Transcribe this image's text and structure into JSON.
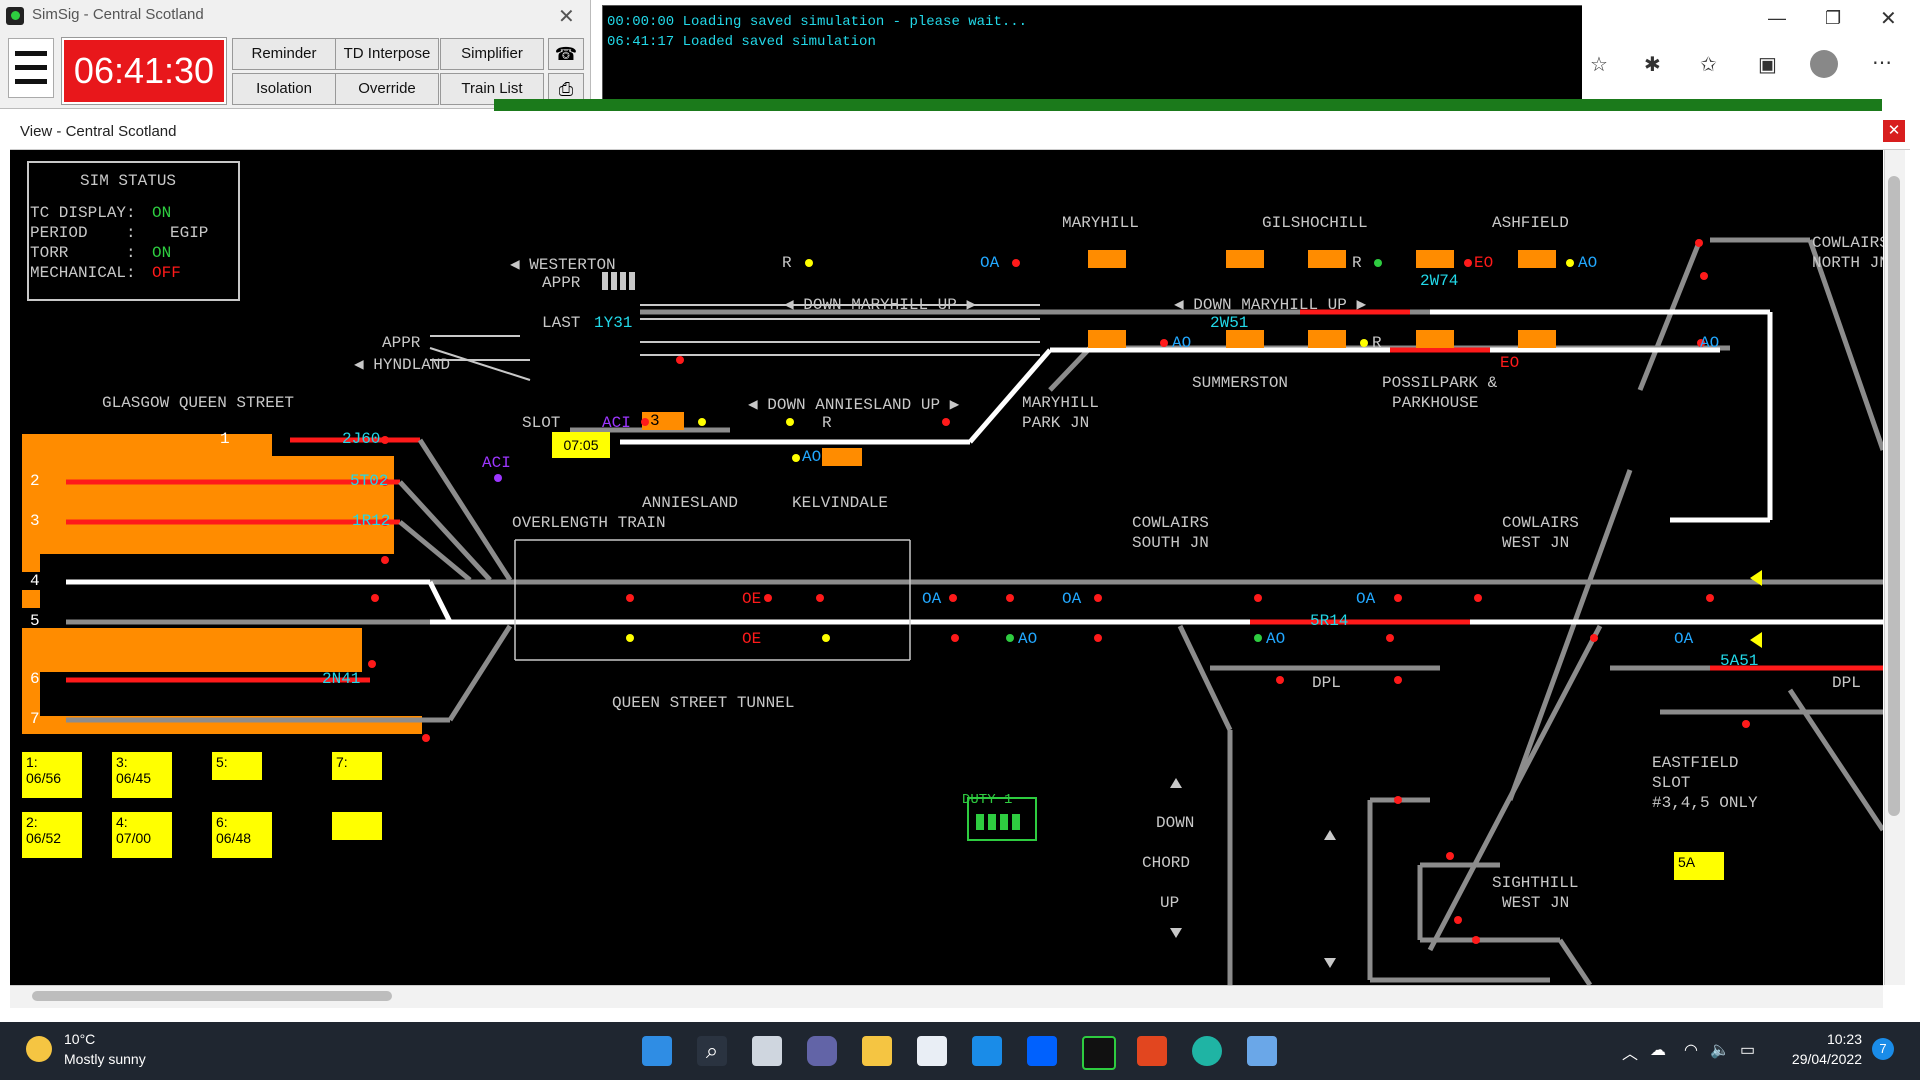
{
  "simsig_window": {
    "title": "SimSig - Central Scotland",
    "clock": "06:41:30",
    "buttons": {
      "reminder": "Reminder",
      "td_interpose": "TD Interpose",
      "simplifier": "Simplifier",
      "isolation": "Isolation",
      "override": "Override",
      "train_list": "Train List"
    }
  },
  "console": {
    "lines": [
      "00:00:00 Loading saved simulation - please wait...",
      "06:41:17 Loaded saved simulation"
    ]
  },
  "view_window": {
    "title": "View - Central Scotland"
  },
  "sim_status": {
    "heading": "SIM STATUS",
    "rows": [
      {
        "label": "TC DISPLAY:",
        "value": "ON"
      },
      {
        "label": "PERIOD    :",
        "value": "EGIP"
      },
      {
        "label": "TORR      :",
        "value": "ON"
      },
      {
        "label": "MECHANICAL:",
        "value": "OFF"
      }
    ]
  },
  "locations": {
    "westerton_appr": "WESTERTON",
    "appr_label": "APPR",
    "last_label": "LAST",
    "last_headcode": "1Y31",
    "appr_hyndland_1": "APPR",
    "appr_hyndland_2": "HYNDLAND",
    "glasgow_qs": "GLASGOW QUEEN STREET",
    "slot": "SLOT",
    "maryhill": "MARYHILL",
    "gilshochill": "GILSHOCHILL",
    "ashfield": "ASHFIELD",
    "cowlairs_north_1": "COWLAIRS",
    "cowlairs_north_2": "NORTH JN",
    "down_maryhill_up": "DOWN MARYHILL UP",
    "down_anniesland_up": "DOWN ANNIESLAND UP",
    "summerston": "SUMMERSTON",
    "possilpark_1": "POSSILPARK &",
    "possilpark_2": "PARKHOUSE",
    "maryhill_park_1": "MARYHILL",
    "maryhill_park_2": "PARK JN",
    "anniesland": "ANNIESLAND",
    "kelvindale": "KELVINDALE",
    "overlength": "OVERLENGTH TRAIN",
    "cowlairs_south_1": "COWLAIRS",
    "cowlairs_south_2": "SOUTH JN",
    "cowlairs_west_1": "COWLAIRS",
    "cowlairs_west_2": "WEST JN",
    "queen_street_tunnel": "QUEEN STREET TUNNEL",
    "dpl": "DPL",
    "eastfield_1": "EASTFIELD",
    "eastfield_2": "SLOT",
    "eastfield_3": "#3,4,5 ONLY",
    "sighthill_1": "SIGHTHILL",
    "sighthill_2": "WEST JN",
    "down": "DOWN",
    "chord": "CHORD",
    "up": "UP",
    "duty": "DUTY 1"
  },
  "headcodes": {
    "p1": "2J60",
    "p2": "5T02",
    "p3": "1R12",
    "p6": "2N41",
    "maryhill_up": "2W74",
    "maryhill_down": "2W51",
    "cowlairs": "5R14",
    "cowlairs_west": "5A51",
    "anniesland_berth": "3"
  },
  "platform_numbers": [
    "1",
    "2",
    "3",
    "4",
    "5",
    "6",
    "7"
  ],
  "slot_time": "07:05",
  "aci": "ACI",
  "platform_boxes": [
    {
      "label": "1:",
      "time": "06/56"
    },
    {
      "label": "3:",
      "time": "06/45"
    },
    {
      "label": "5:",
      "time": ""
    },
    {
      "label": "7:",
      "time": ""
    },
    {
      "label": "2:",
      "time": "06/52"
    },
    {
      "label": "4:",
      "time": "07/00"
    },
    {
      "label": "6:",
      "time": "06/48"
    },
    {
      "label": "",
      "time": ""
    }
  ],
  "box_5a": "5A",
  "signal_codes": {
    "r": "R",
    "oa": "OA",
    "ao": "AO",
    "eo": "EO",
    "oe": "OE"
  },
  "taskbar": {
    "temperature": "10°C",
    "weather": "Mostly sunny",
    "time": "10:23",
    "date": "29/04/2022",
    "notifications": "7"
  },
  "colors": {
    "track_grey": "#8c8c8c",
    "route_white": "#ffffff",
    "occupied_red": "#ff1a1a",
    "platform_orange": "#ff8c00",
    "headcode_cyan": "#22d8e8",
    "label_grey": "#c8c8c8",
    "td_yellow": "#ffff00",
    "clock_red": "#e8171b"
  }
}
